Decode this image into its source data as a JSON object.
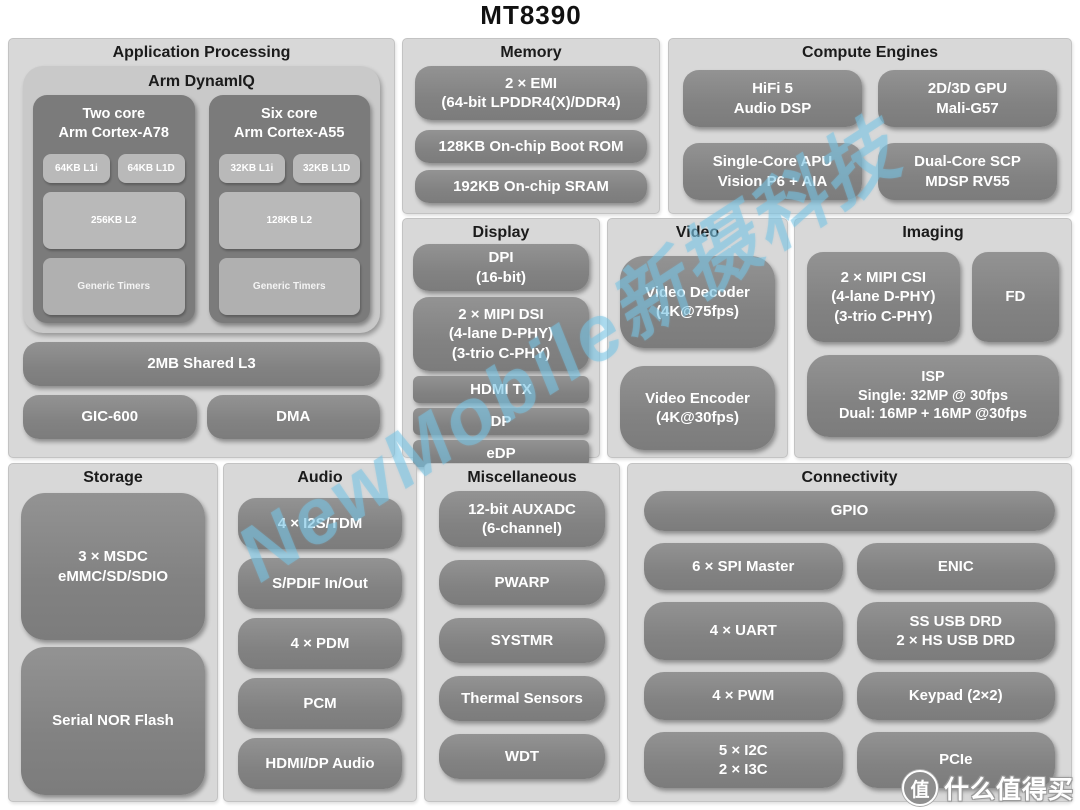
{
  "title": "MT8390",
  "colors": {
    "panel_bg": "#d8d8d8",
    "block_gray": "#838383",
    "cluster_gray": "#7b7b7b",
    "chip_gray": "#b9b9b9",
    "dynamiq_gray": "#c9c9c9",
    "watermark_blue": "#78c4e4",
    "title_black": "#111111"
  },
  "watermark": {
    "diagonal": "NewMobile新摄科技",
    "badge_char": "值",
    "badge_text": "什么值得买"
  },
  "sections": {
    "ap": {
      "title": "Application Processing",
      "dynamiq_title": "Arm DynamIQ",
      "clusters": [
        {
          "name": "Two core\nArm Cortex-A78",
          "l1i": "64KB L1i",
          "l1d": "64KB L1D",
          "l2": "256KB L2",
          "timers": "Generic Timers"
        },
        {
          "name": "Six core\nArm Cortex-A55",
          "l1i": "32KB L1i",
          "l1d": "32KB L1D",
          "l2": "128KB L2",
          "timers": "Generic Timers"
        }
      ],
      "l3": "2MB Shared L3",
      "gic": "GIC-600",
      "dma": "DMA"
    },
    "memory": {
      "title": "Memory",
      "emi": "2 × EMI\n(64-bit LPDDR4(X)/DDR4)",
      "boot_rom": "128KB On-chip Boot ROM",
      "sram": "192KB On-chip SRAM"
    },
    "compute": {
      "title": "Compute Engines",
      "blocks": [
        "HiFi 5\nAudio DSP",
        "2D/3D GPU\nMali-G57",
        "Single-Core APU\nVision P6 + AIA",
        "Dual-Core SCP\nMDSP RV55"
      ]
    },
    "display": {
      "title": "Display",
      "dpi": "DPI\n(16-bit)",
      "dsi": "2 × MIPI DSI\n(4-lane D-PHY)\n(3-trio C-PHY)",
      "hdmi": "HDMI TX",
      "dp": "DP",
      "edp": "eDP"
    },
    "video": {
      "title": "Video",
      "decoder": "Video Decoder\n(4K@75fps)",
      "encoder": "Video Encoder\n(4K@30fps)"
    },
    "imaging": {
      "title": "Imaging",
      "csi": "2 × MIPI CSI\n(4-lane D-PHY)\n(3-trio C-PHY)",
      "fd": "FD",
      "isp": "ISP\nSingle: 32MP @ 30fps\nDual: 16MP + 16MP @30fps"
    },
    "storage": {
      "title": "Storage",
      "msdc": "3 × MSDC\neMMC/SD/SDIO",
      "nor": "Serial NOR Flash"
    },
    "audio": {
      "title": "Audio",
      "blocks": [
        "4 × I2S/TDM",
        "S/PDIF In/Out",
        "4 × PDM",
        "PCM",
        "HDMI/DP Audio"
      ]
    },
    "misc": {
      "title": "Miscellaneous",
      "blocks": [
        "12-bit AUXADC\n(6-channel)",
        "PWARP",
        "SYSTMR",
        "Thermal Sensors",
        "WDT"
      ]
    },
    "connectivity": {
      "title": "Connectivity",
      "gpio": "GPIO",
      "rows": [
        [
          "6 × SPI Master",
          "ENIC"
        ],
        [
          "4 × UART",
          "SS USB DRD\n2 × HS USB DRD"
        ],
        [
          "4 × PWM",
          "Keypad (2×2)"
        ],
        [
          "5 × I2C\n2 × I3C",
          "PCIe"
        ]
      ]
    }
  }
}
